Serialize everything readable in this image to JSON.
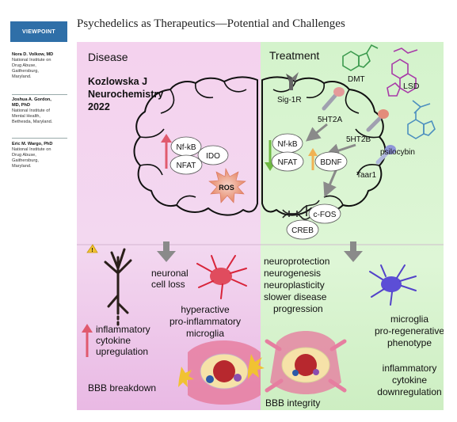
{
  "header": {
    "badge": "VIEWPOINT",
    "title": "Psychedelics as Therapeutics—Potential and Challenges"
  },
  "authors": [
    {
      "name": "Nora D. Volkow, MD",
      "affiliation": [
        "National Institute on",
        "Drug Abuse,",
        "Gaithersburg,",
        "Maryland."
      ]
    },
    {
      "name": "Joshua A. Gordon,",
      "name2": "MD, PhD",
      "affiliation": [
        "National Institute of",
        "Mental Health,",
        "Bethesda, Maryland."
      ]
    },
    {
      "name": "Eric M. Wargo, PhD",
      "affiliation": [
        "National Institute on",
        "Drug Abuse,",
        "Gaithersburg,",
        "Maryland."
      ]
    }
  ],
  "figure": {
    "disease_title": "Disease",
    "treatment_title": "Treatment",
    "citation": [
      "Kozlowska J",
      "Neurochemistry",
      "2022"
    ],
    "disease_markers": [
      "Nf-kB",
      "IDO",
      "NFAT"
    ],
    "ros": "ROS",
    "receptors": [
      "Sig-1R",
      "5HT2A",
      "5HT2B",
      "Taar1"
    ],
    "drugs": [
      "DMT",
      "LSD",
      "psilocybin"
    ],
    "treatment_markers": [
      "Nf-kB",
      "NFAT",
      "BDNF",
      "c-FOS",
      "CREB"
    ],
    "disease_effects": {
      "neuronal": [
        "neuronal",
        "cell loss"
      ],
      "microglia": [
        "hyperactive",
        "pro-inflammatory",
        "microglia"
      ],
      "cytokine": [
        "inflammatory",
        "cytokine",
        "upregulation"
      ],
      "bbb": "BBB breakdown"
    },
    "treatment_effects": {
      "outcomes": [
        "neuroprotection",
        "neurogenesis",
        "neuroplasticity",
        "slower disease",
        "progression"
      ],
      "microglia": [
        "microglia",
        "pro-regenerative",
        "phenotype"
      ],
      "cytokine": [
        "inflammatory",
        "cytokine",
        "downregulation"
      ],
      "bbb": "BBB integrity"
    },
    "colors": {
      "disease_bg": "#f5dcf3",
      "treatment_bg": "#dcf5d4",
      "up_arrow_red": "#e05a6e",
      "down_arrow_green": "#6fb944",
      "up_arrow_orange": "#f0b254",
      "gray_arrow": "#8a8a8a"
    }
  }
}
